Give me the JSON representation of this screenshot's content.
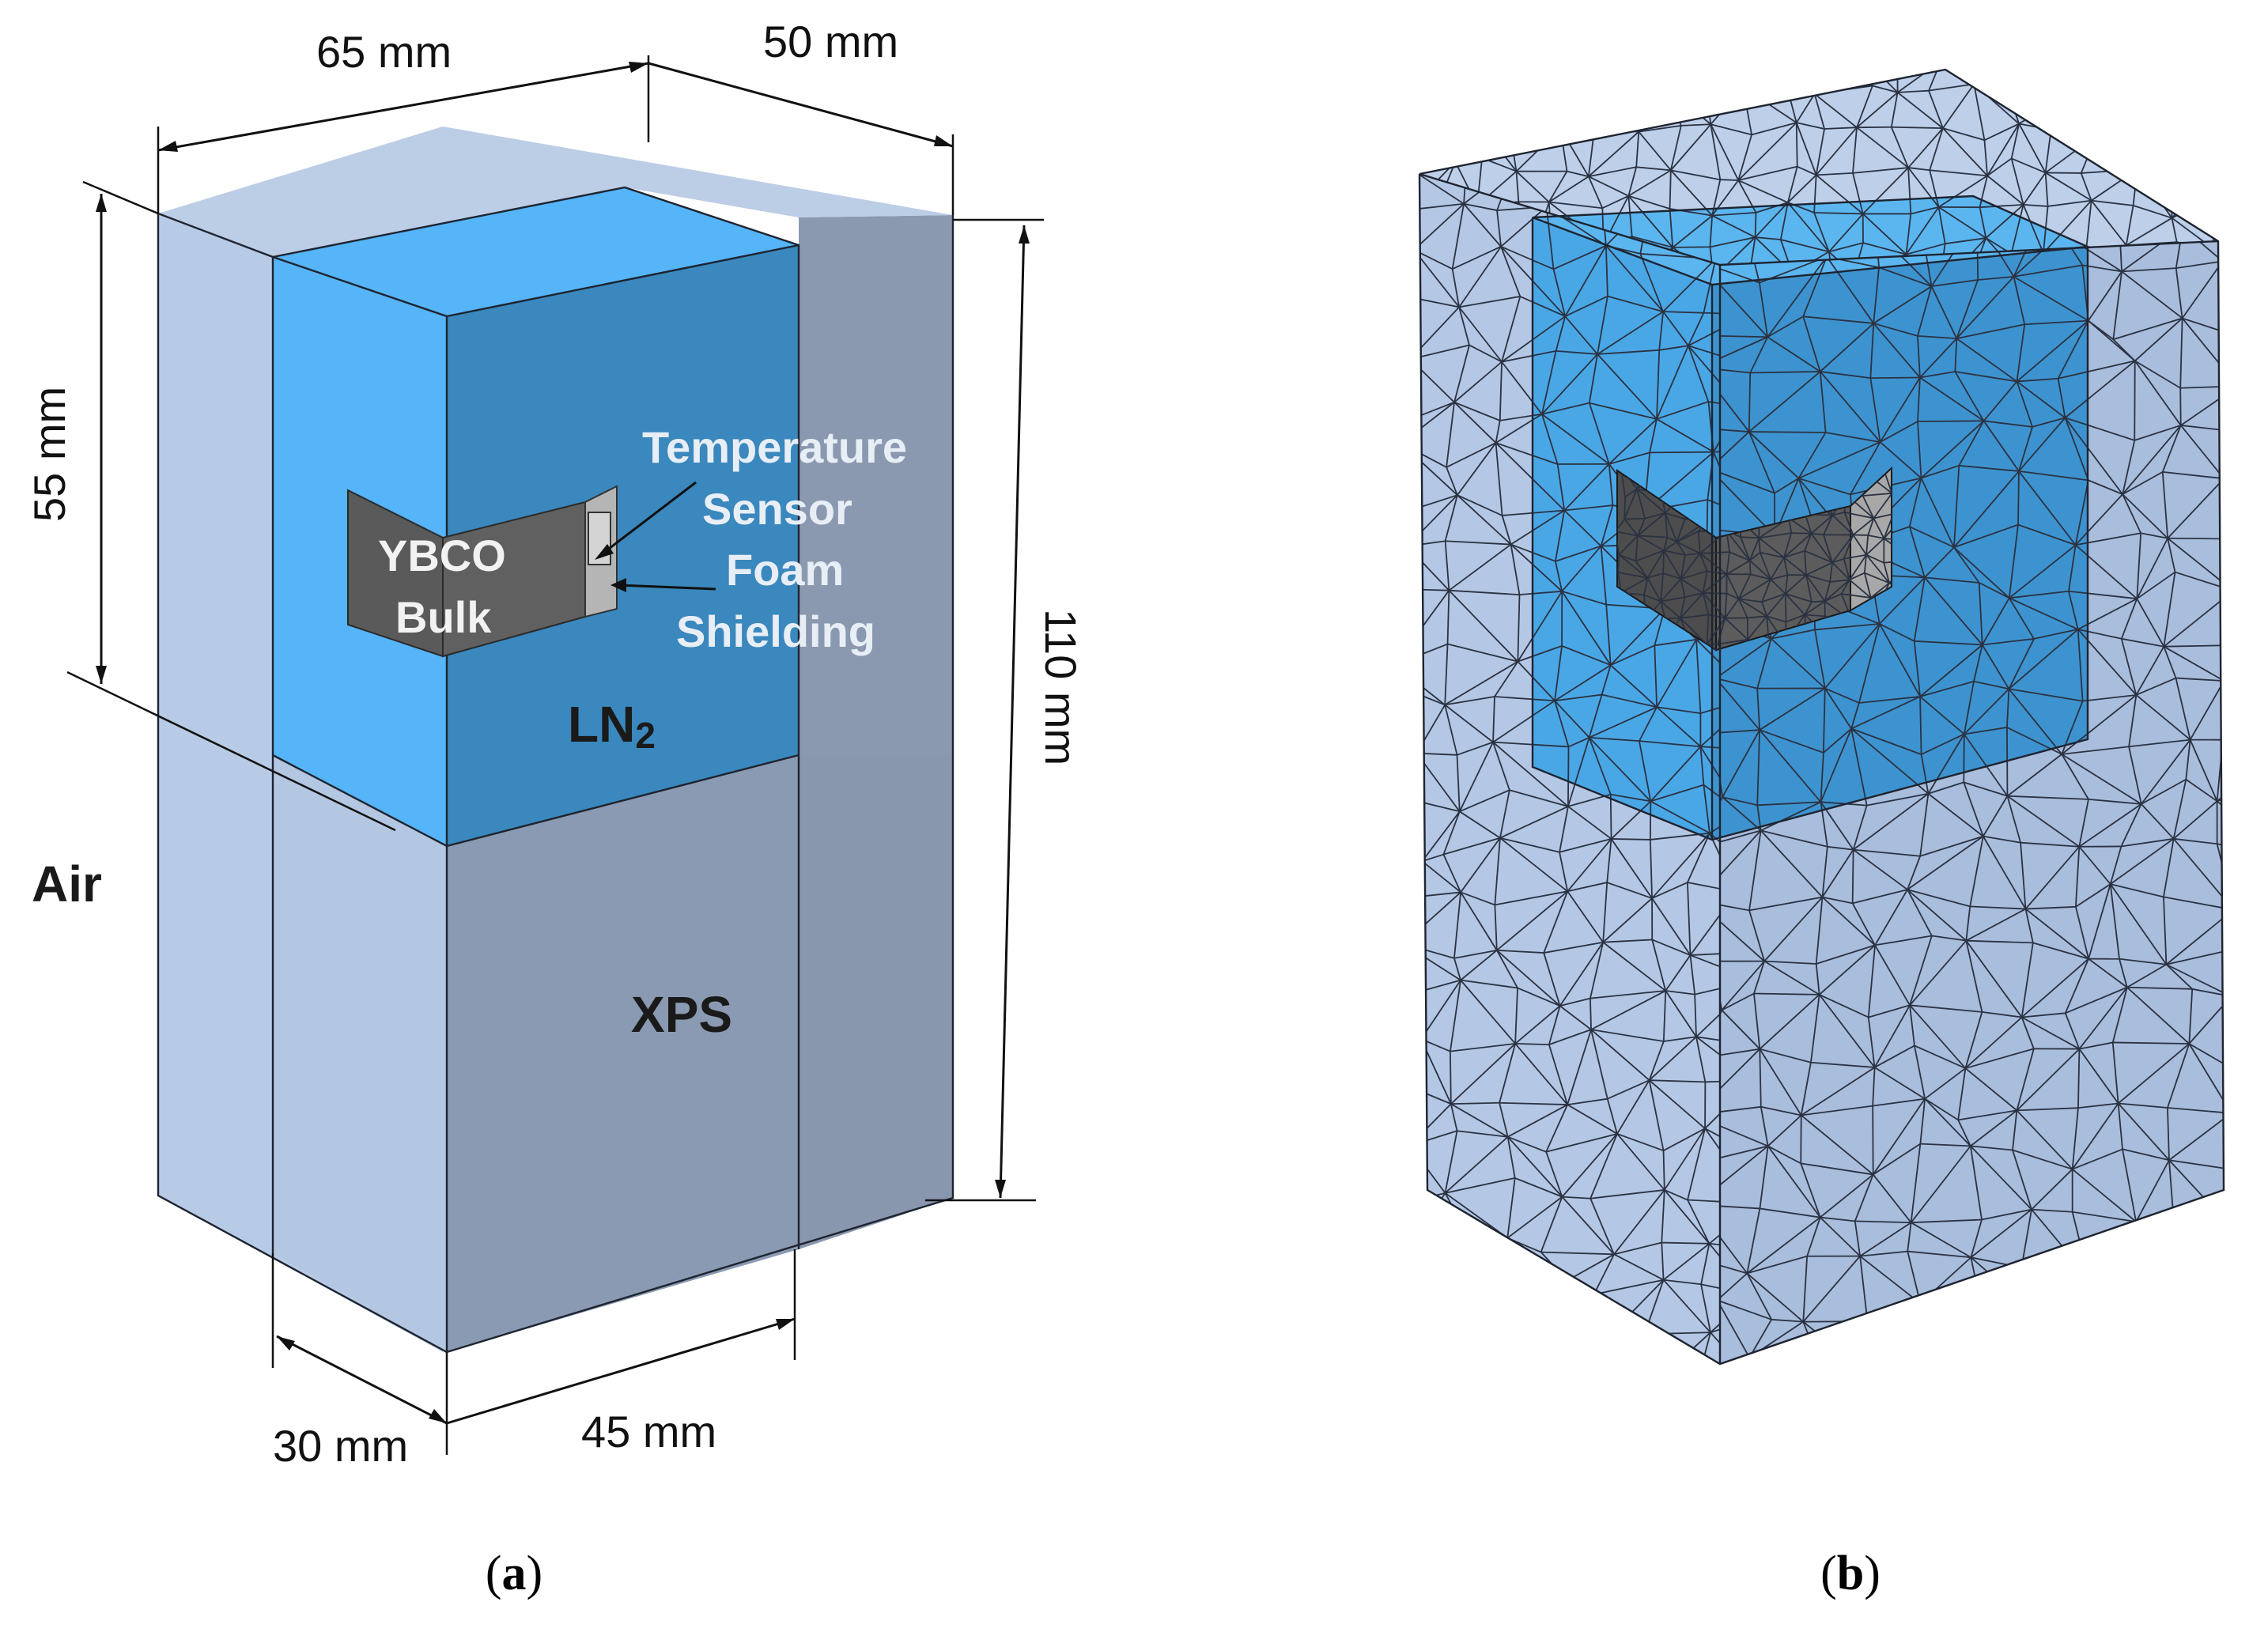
{
  "dimensions": {
    "width_top_front": "65 mm",
    "depth_top": "50 mm",
    "ln2_height": "55 mm",
    "total_height": "110 mm",
    "xps_depth": "30 mm",
    "xps_width": "45 mm"
  },
  "regions": {
    "air": "Air",
    "ln2": "LN",
    "ln2_subscript": "2",
    "xps": "XPS",
    "ybco_line1": "YBCO",
    "ybco_line2": "Bulk"
  },
  "callouts": {
    "temperature_sensor_line1": "Temperature",
    "temperature_sensor_line2": "Sensor",
    "foam_shielding_line1": "Foam",
    "foam_shielding_line2": "Shielding"
  },
  "captions": {
    "a": "a",
    "b": "b"
  },
  "colors": {
    "air": "#b8cbe6",
    "air_dark": "#8b99b0",
    "ln2_front": "#3a88bd",
    "ln2_top": "#56b4f8",
    "xps": "#8a9ab2",
    "ybco": "#5a5a5a",
    "foam": "#b5b5b5"
  }
}
